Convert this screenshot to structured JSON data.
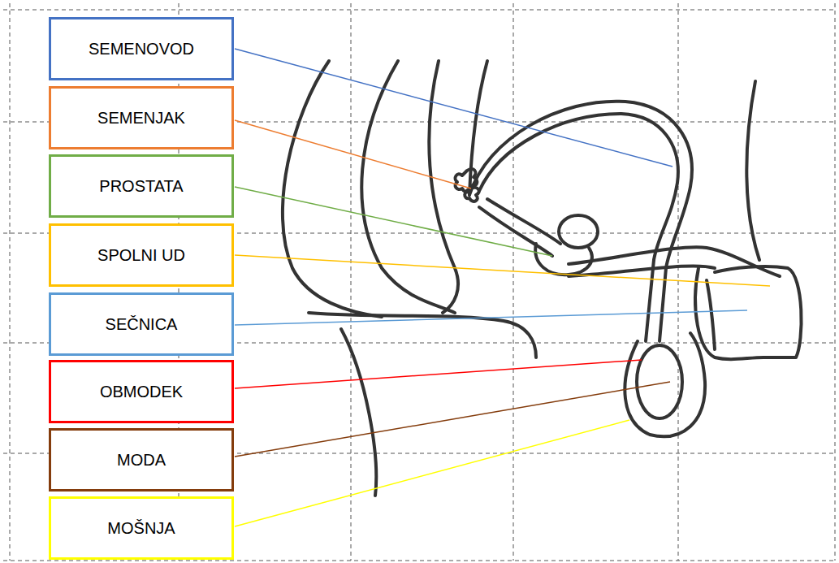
{
  "diagram": {
    "nodes": [
      {
        "text": [
          "SEMENOVOD"
        ]
      },
      {
        "text": [
          "SEMENJAK"
        ]
      },
      {
        "text": [
          "PROSTATA"
        ]
      },
      {
        "text": [
          "SPOLNI UD"
        ]
      },
      {
        "text": [
          "SEČNICA"
        ]
      },
      {
        "text": [
          "OBMODEK"
        ]
      },
      {
        "text": [
          "MODA"
        ]
      },
      {
        "text": [
          "MOŠNJA"
        ]
      }
    ]
  }
}
